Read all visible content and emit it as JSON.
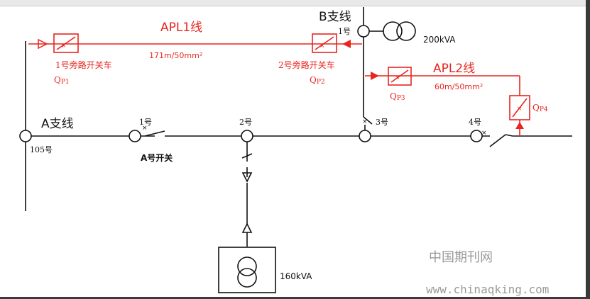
{
  "labels": {
    "branch_b": "B支线",
    "branch_a": "A支线",
    "pole_b1": "1号",
    "transformer_b_rating": "200kVA",
    "line_apl1": "APL1线",
    "line_apl1_spec": "171m/50mm²",
    "bypass1_name": "1号旁路开关车",
    "bypass1_code": "Q",
    "bypass1_sub": "P1",
    "bypass2_name": "2号旁路开关车",
    "bypass2_code": "Q",
    "bypass2_sub": "P2",
    "line_apl2": "APL2线",
    "line_apl2_spec": "60m/50mm²",
    "qp3_code": "Q",
    "qp3_sub": "P3",
    "qp4_code": "Q",
    "qp4_sub": "P4",
    "pole_a1": "1号",
    "pole_a2": "2号",
    "pole_a3": "3号",
    "pole_a4": "4号",
    "pole_105": "105号",
    "switch_a": "A号开关",
    "transformer_a_rating": "160kVA"
  },
  "watermark": {
    "cn": "中国期刊网",
    "url": "www.chinaqking.com"
  },
  "colors": {
    "bypass": "#e8251f",
    "main": "#111111",
    "watermark": "#9a9a9a"
  }
}
